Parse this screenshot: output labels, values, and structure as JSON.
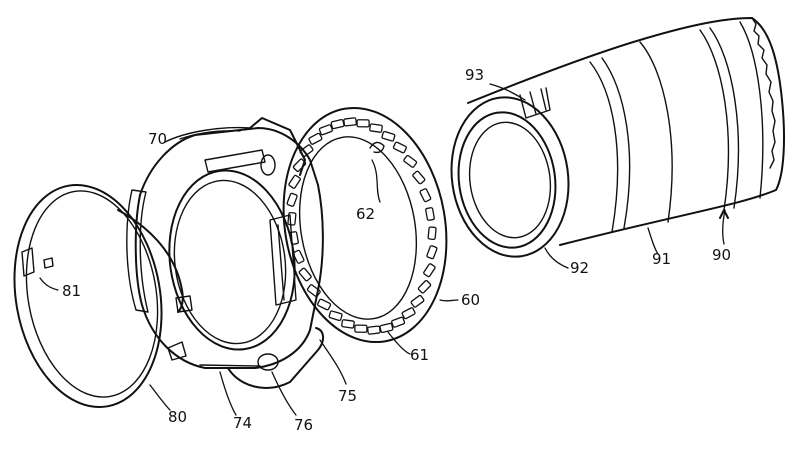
{
  "reference_numerals": {
    "n60": "60",
    "n61": "61",
    "n62": "62",
    "n70": "70",
    "n74": "74",
    "n75": "75",
    "n76": "76",
    "n80": "80",
    "n81": "81",
    "n90": "90",
    "n91": "91",
    "n92": "92",
    "n93": "93"
  }
}
